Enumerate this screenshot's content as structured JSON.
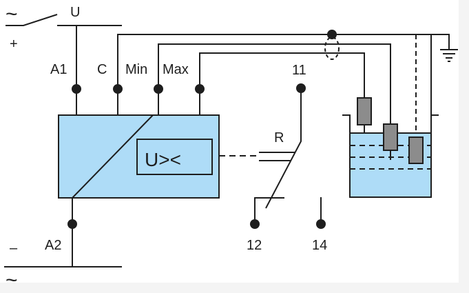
{
  "colors": {
    "fill": "#aedcf7",
    "line": "#1e1e1e",
    "probe": "#8c8c8c",
    "background": "#ffffff"
  },
  "labels": {
    "ac_top": "~",
    "plus": "+",
    "supply": "U",
    "a1": "A1",
    "c": "C",
    "min": "Min",
    "max": "Max",
    "a2": "A2",
    "minus": "–",
    "ac_bottom": "~",
    "relay": "R",
    "t11": "11",
    "t12": "12",
    "t14": "14",
    "function": "U><"
  }
}
